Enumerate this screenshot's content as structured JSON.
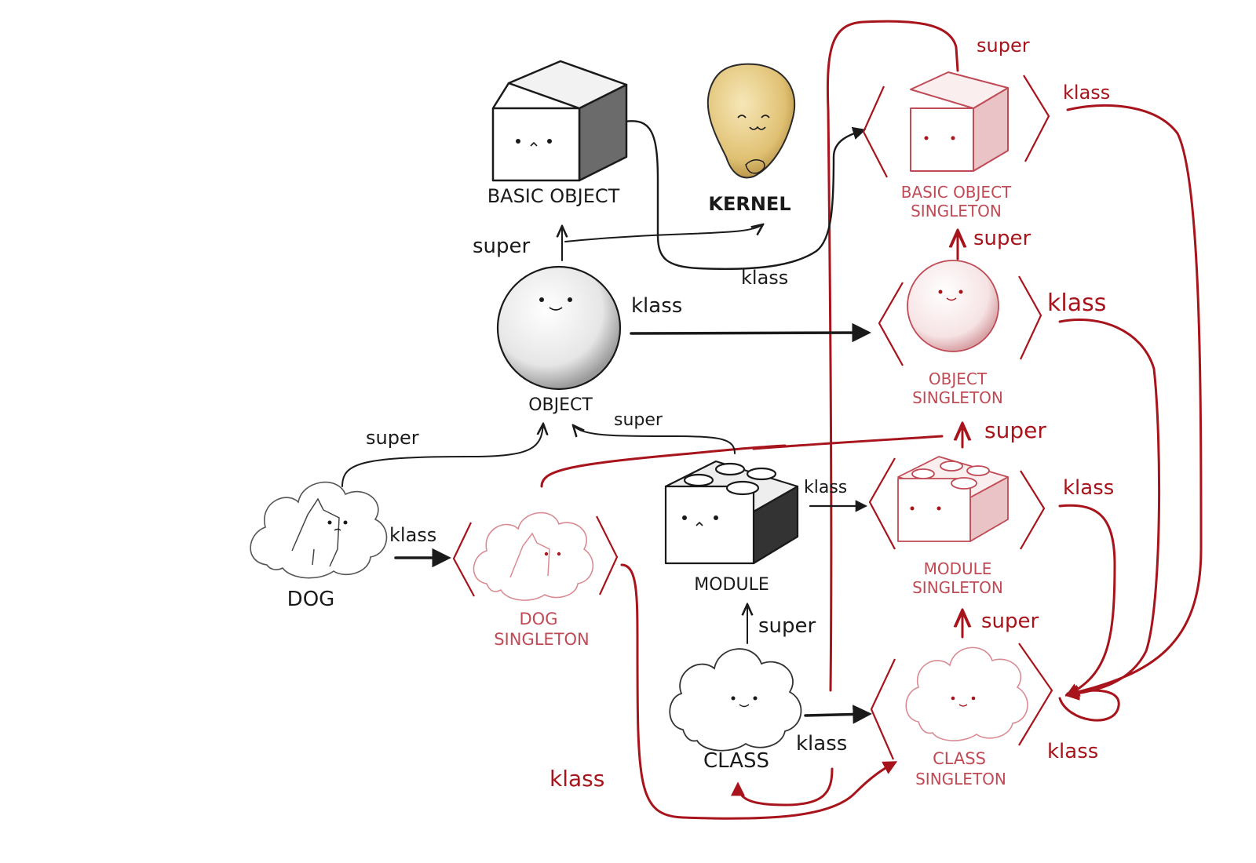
{
  "palette": {
    "ink": "#1a1a1a",
    "red": "#a8141c",
    "pink": "#c04a55",
    "kernel": "#e3c77a"
  },
  "nodes": {
    "basic_object": {
      "label": "BASIC OBJECT",
      "icon": "cube-icon"
    },
    "kernel": {
      "label": "KERNEL",
      "icon": "seed-icon"
    },
    "object": {
      "label": "OBJECT",
      "icon": "sphere-icon"
    },
    "dog": {
      "label": "DOG",
      "icon": "dog-cloud-icon"
    },
    "module": {
      "label": "MODULE",
      "icon": "lego-brick-icon"
    },
    "class": {
      "label": "CLASS",
      "icon": "cloud-icon"
    },
    "basic_object_singleton": {
      "line1": "BASIC OBJECT",
      "line2": "SINGLETON"
    },
    "object_singleton": {
      "line1": "OBJECT",
      "line2": "SINGLETON"
    },
    "module_singleton": {
      "line1": "MODULE",
      "line2": "SINGLETON"
    },
    "class_singleton": {
      "line1": "CLASS",
      "line2": "SINGLETON"
    },
    "dog_singleton": {
      "line1": "DOG",
      "line2": "SINGLETON"
    }
  },
  "edges": {
    "super": "super",
    "klass": "klass"
  }
}
